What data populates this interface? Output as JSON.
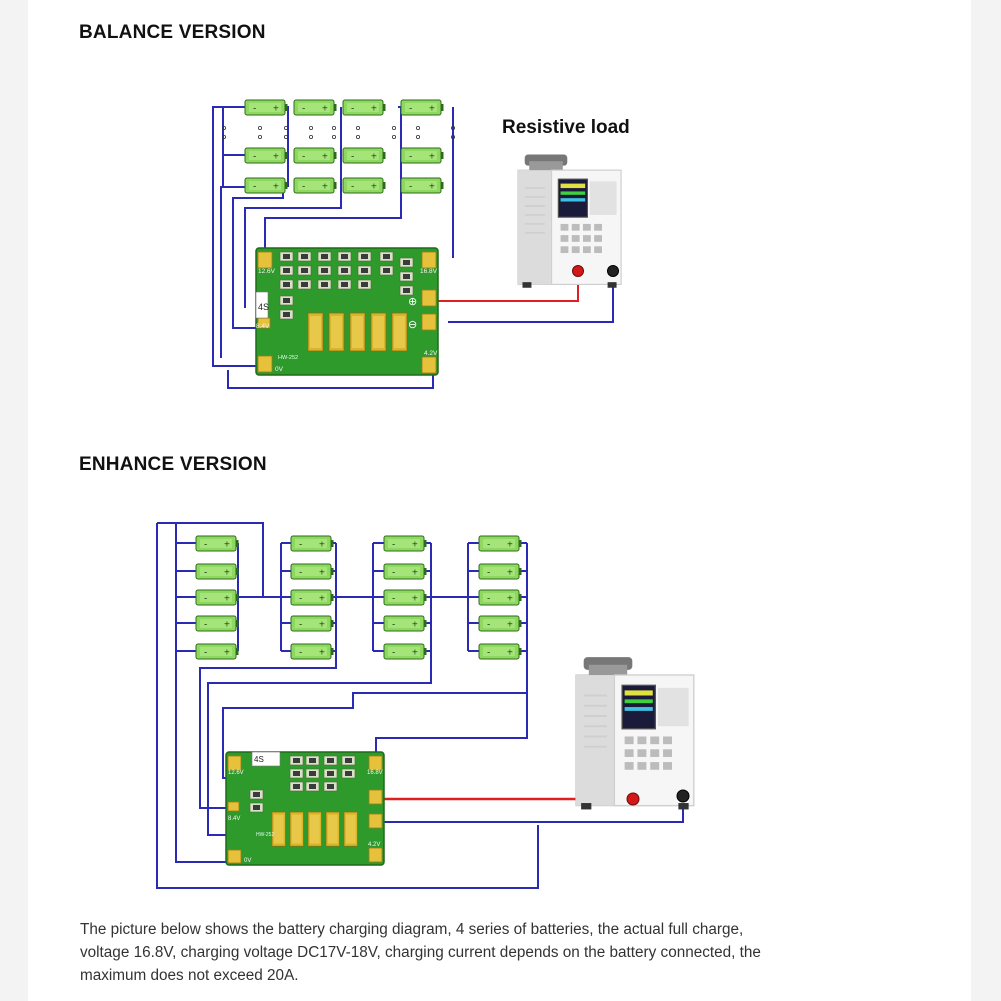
{
  "headings": {
    "balance": "BALANCE VERSION",
    "enhance": "ENHANCE VERSION"
  },
  "balance": {
    "load_title": "Resistive load",
    "board": {
      "model": "HW-252",
      "series": "4S",
      "pads": {
        "p12": "12.6V",
        "p168": "16.8V",
        "p84": "8.4V",
        "p42": "4.2V",
        "p0": "0V"
      },
      "plus": "⊕",
      "minus": "⊖"
    }
  },
  "enhance": {
    "board": {
      "model": "HW-252",
      "series": "4S",
      "pads": {
        "p12": "12.6V",
        "p168": "16.8V",
        "p84": "8.4V",
        "p42": "4.2V",
        "p0": "0V"
      }
    }
  },
  "battery": {
    "minus": "-",
    "plus": "+"
  },
  "description": "The picture below shows the battery charging diagram, 4 series of batteries, the actual full charge, voltage 16.8V, charging voltage DC17V-18V, charging current depends on the battery connected, the maximum does not exceed 20A.",
  "colors": {
    "wire_blue": "#2a2ab4",
    "wire_red": "#e02020",
    "battery_green": "#8ed860",
    "board_green": "#2f9a2c",
    "pad_gold": "#e6c23c"
  }
}
